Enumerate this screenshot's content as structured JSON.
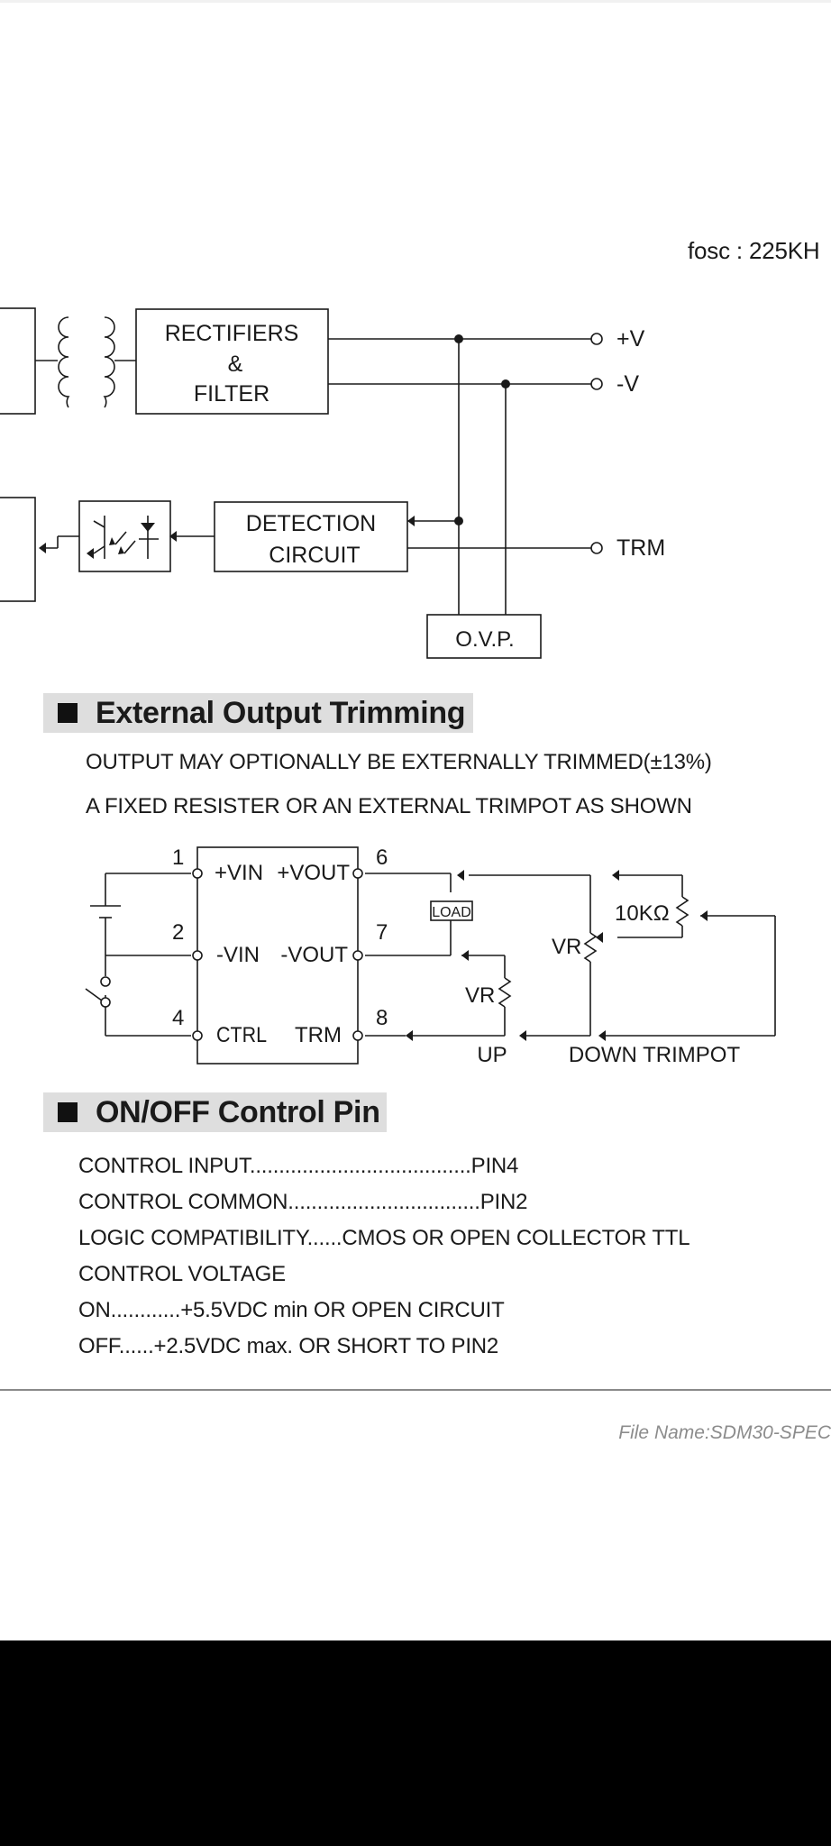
{
  "fosc_text": "fosc : 225KH",
  "block_diagram": {
    "rectifiers": [
      "RECTIFIERS",
      "&",
      "FILTER"
    ],
    "detection": [
      "DETECTION",
      "CIRCUIT"
    ],
    "ovp": "O.V.P.",
    "out_pos": "+V",
    "out_neg": "-V",
    "trm": "TRM"
  },
  "section_trim": {
    "title": "External Output Trimming",
    "lines": [
      "OUTPUT MAY OPTIONALLY BE EXTERNALLY TRIMMED(±13%)",
      "A FIXED RESISTER OR AN EXTERNAL TRIMPOT AS SHOWN"
    ]
  },
  "trim_diagram": {
    "pin1": "1",
    "pin2": "2",
    "pin4": "4",
    "pin6": "6",
    "pin7": "7",
    "pin8": "8",
    "vin_pos": "+VIN",
    "vout_pos": "+VOUT",
    "vin_neg": "-VIN",
    "vout_neg": "-VOUT",
    "ctrl": "CTRL",
    "trm": "TRM",
    "load": "LOAD",
    "vr": "VR",
    "vr2": "VR",
    "trimpot_value": "10KΩ",
    "up": "UP",
    "down_trimpot": "DOWN TRIMPOT"
  },
  "section_onoff": {
    "title": "ON/OFF Control Pin",
    "lines": [
      "CONTROL INPUT......................................PIN4",
      "CONTROL COMMON.................................PIN2",
      "LOGIC COMPATIBILITY......CMOS OR OPEN COLLECTOR TTL",
      "CONTROL VOLTAGE",
      "ON............+5.5VDC min OR OPEN CIRCUIT",
      "OFF......+2.5VDC max. OR SHORT TO PIN2"
    ]
  },
  "file_name": "File Name:SDM30-SPEC"
}
